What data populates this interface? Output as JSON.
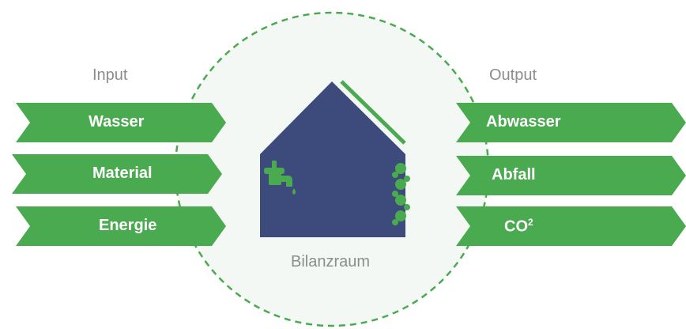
{
  "diagram": {
    "input_heading": "Input",
    "output_heading": "Output",
    "inputs": [
      {
        "label": "Wasser"
      },
      {
        "label": "Material"
      },
      {
        "label": "Energie"
      }
    ],
    "outputs": [
      {
        "label": "Abwasser"
      },
      {
        "label": "Abfall"
      },
      {
        "label": "CO",
        "superscript": "2"
      }
    ],
    "boundary_label": "Bilanzraum",
    "colors": {
      "arrow_green": "#4aaa4f",
      "house_navy": "#3c4a7c",
      "boundary_fill": "#f3f8f4",
      "boundary_stroke": "#4aaa4f",
      "heading_gray": "#8c8c8c"
    },
    "icons": [
      "water-tap-icon",
      "solar-panel-icon",
      "green-wall-icon"
    ]
  }
}
